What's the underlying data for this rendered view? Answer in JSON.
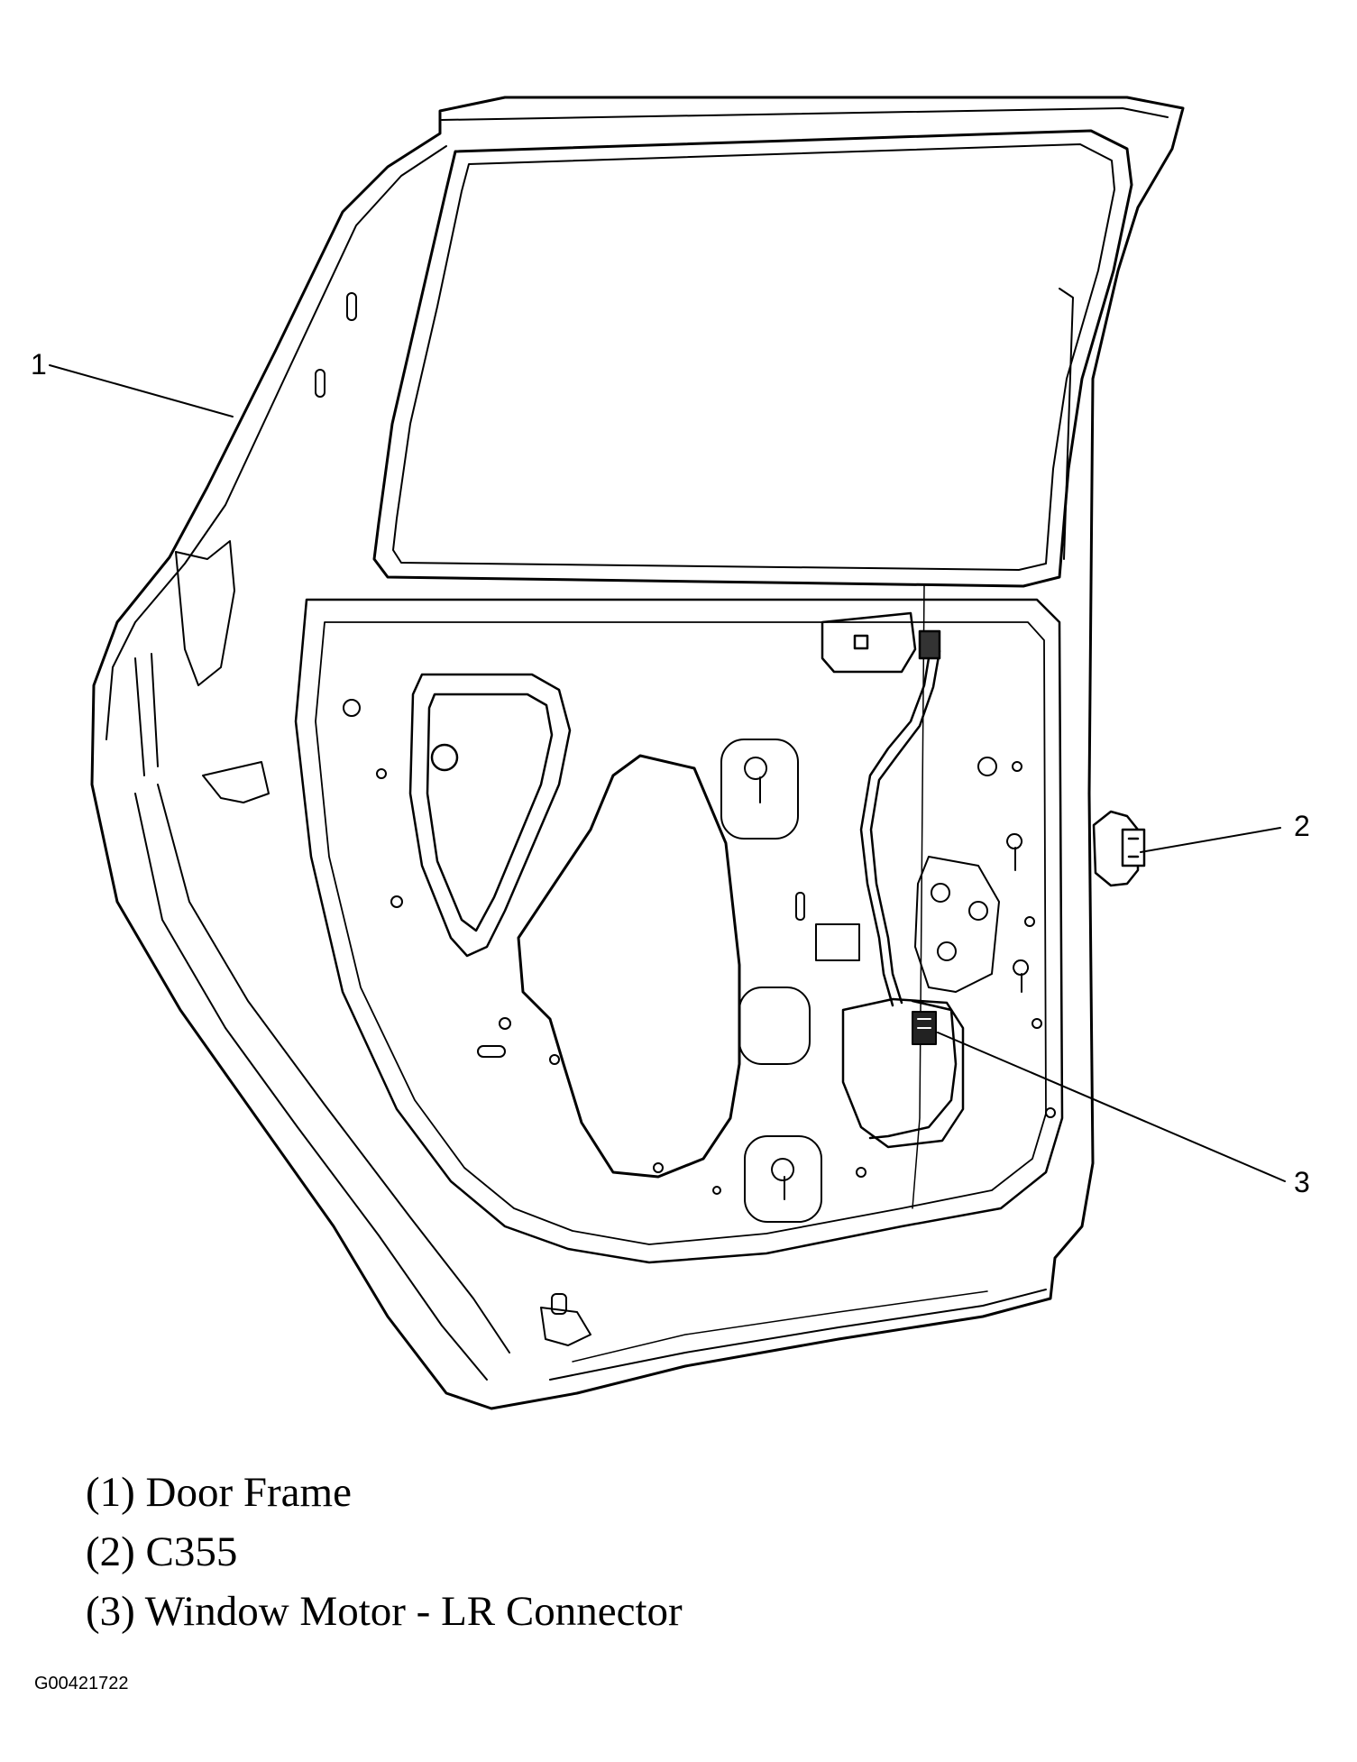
{
  "callouts": [
    {
      "number": "1",
      "part": "door-frame"
    },
    {
      "number": "2",
      "part": "c355-connector"
    },
    {
      "number": "3",
      "part": "window-motor-connector"
    }
  ],
  "legend": [
    "(1) Door Frame",
    "(2) C355",
    "(3) Window Motor - LR Connector"
  ],
  "figure_id": "G00421722"
}
